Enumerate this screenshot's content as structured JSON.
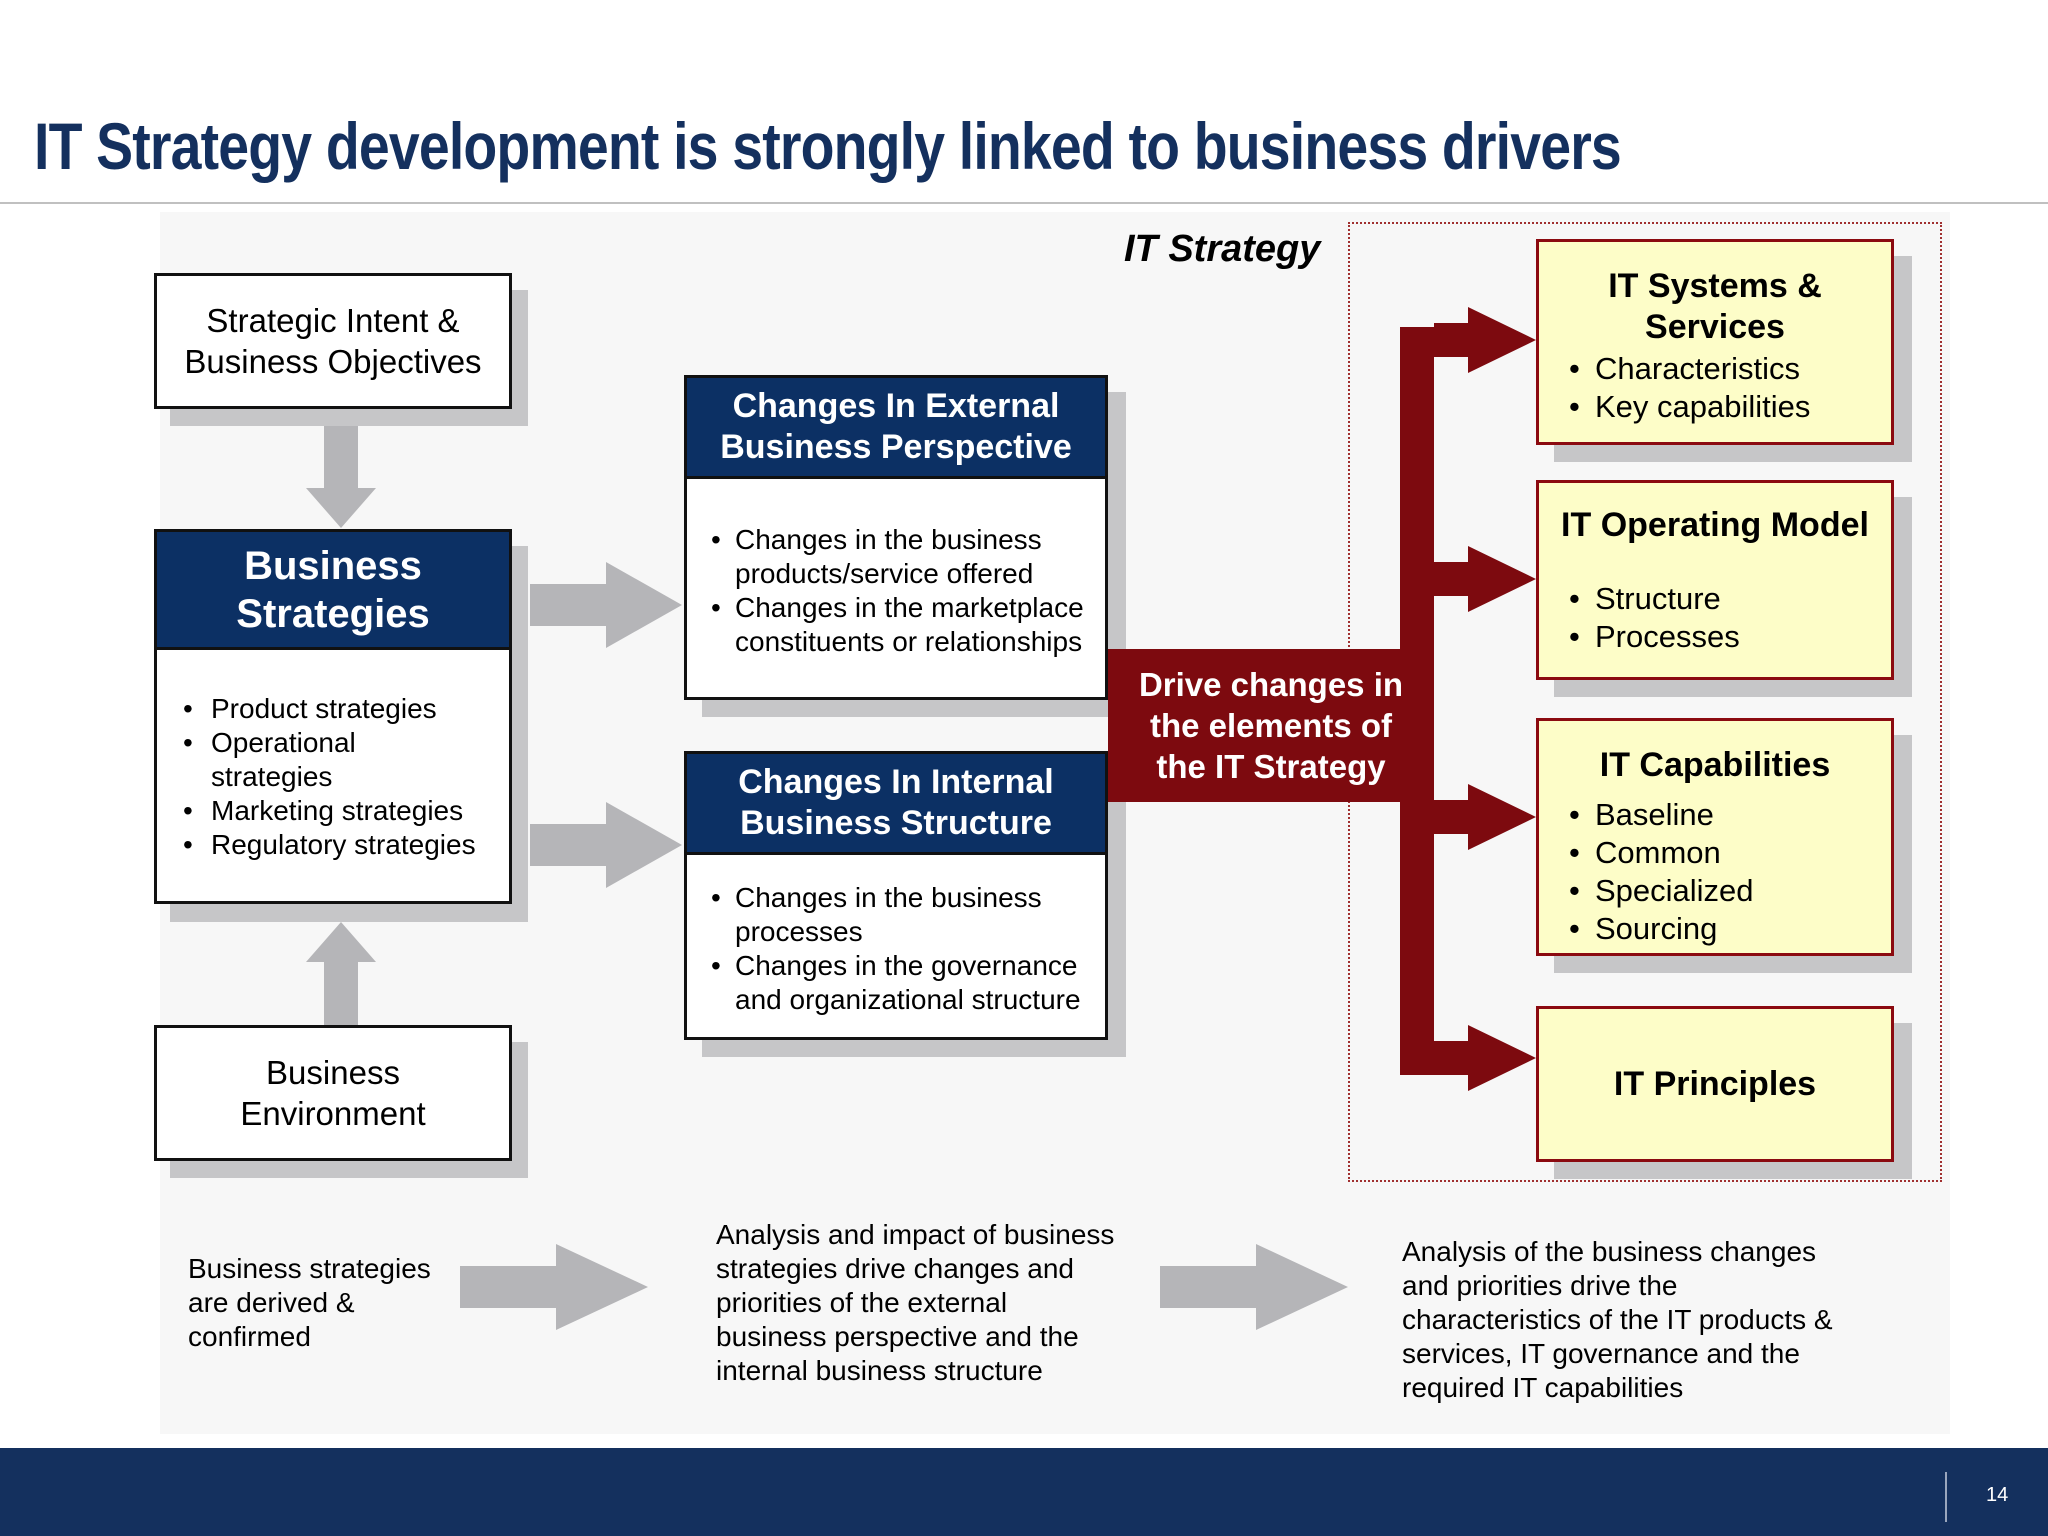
{
  "title": "IT Strategy development is strongly linked to business drivers",
  "section_label": "IT Strategy",
  "left_column": {
    "strategic_intent": "Strategic Intent & Business Objectives",
    "business_strategies": {
      "title": "Business Strategies",
      "items": [
        "Product strategies",
        "Operational strategies",
        "Marketing strategies",
        "Regulatory strategies"
      ]
    },
    "business_environment": "Business Environment"
  },
  "middle_column": {
    "external": {
      "title": "Changes In External Business Perspective",
      "items": [
        "Changes in the business products/service offered",
        "Changes in the marketplace constituents or relationships"
      ]
    },
    "internal": {
      "title": "Changes In Internal Business Structure",
      "items": [
        "Changes in the business processes",
        "Changes in the governance and organizational structure"
      ]
    }
  },
  "driver_label": "Drive changes in the elements of the IT Strategy",
  "it_elements": [
    {
      "title": "IT Systems & Services",
      "items": [
        "Characteristics",
        "Key capabilities"
      ]
    },
    {
      "title": "IT Operating Model",
      "items": [
        "Structure",
        "Processes"
      ]
    },
    {
      "title": "IT Capabilities",
      "items": [
        "Baseline",
        "Common",
        "Specialized",
        "Sourcing"
      ]
    },
    {
      "title": "IT Principles",
      "items": []
    }
  ],
  "captions": {
    "left": "Business strategies are derived & confirmed",
    "middle": "Analysis and impact of business strategies drive changes and priorities of the external business perspective and the internal business structure",
    "right": "Analysis of the business changes and priorities drive the characteristics of the IT products & services, IT governance and the required IT capabilities"
  },
  "page_number": "14",
  "colors": {
    "navy": "#0c3064",
    "maroon": "#7d0a0f",
    "pale_yellow": "#fdfdc8",
    "arrow_gray": "#b5b5b8"
  }
}
